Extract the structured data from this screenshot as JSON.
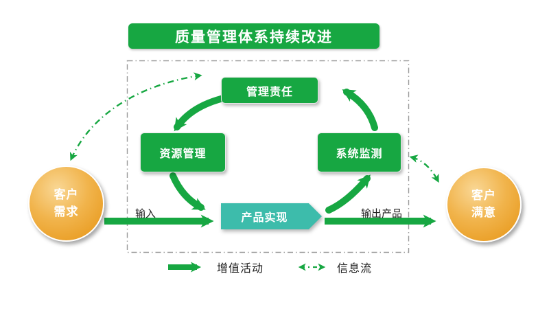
{
  "title": "质量管理体系持续改进",
  "colors": {
    "green": "#17a742",
    "teal": "#3dbcab",
    "orange": "#eda42b",
    "dash_border": "#999999"
  },
  "nodes": {
    "management": "管理责任",
    "resources": "资源管理",
    "monitoring": "系统监测",
    "realization": "产品实现"
  },
  "circles": {
    "customer_needs": {
      "line1": "客户",
      "line2": "需求"
    },
    "customer_satisfaction": {
      "line1": "客户",
      "line2": "满意"
    }
  },
  "flow_labels": {
    "input": "输入",
    "output": "输出产品"
  },
  "legend": {
    "value_added": "增值活动",
    "info_flow": "信息流"
  }
}
